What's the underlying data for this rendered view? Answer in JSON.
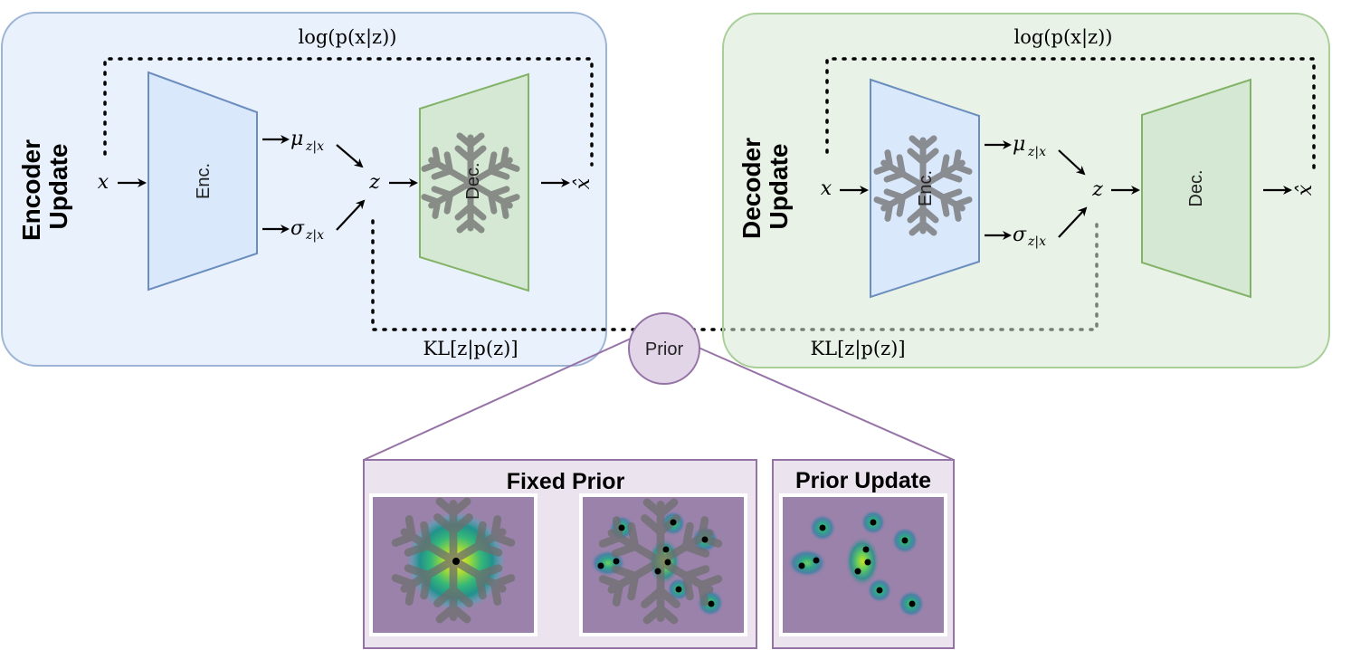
{
  "encoder_update": {
    "side_label_line1": "Encoder",
    "side_label_line2": "Update",
    "top_loss": "log(p(x|z))",
    "bottom_loss": "KL[z|p(z)]",
    "input": "x",
    "mu": "μ",
    "sigma": "σ",
    "sub": "z|x",
    "latent": "z",
    "output": "x̂",
    "enc_label": "Enc.",
    "dec_label": "Dec.",
    "frozen_module": "Dec."
  },
  "decoder_update": {
    "side_label_line1": "Decoder",
    "side_label_line2": "Update",
    "top_loss": "log(p(x|z))",
    "bottom_loss": "KL[z|p(z)]",
    "input": "x",
    "mu": "μ",
    "sigma": "σ",
    "sub": "z|x",
    "latent": "z",
    "output": "x̂",
    "enc_label": "Enc.",
    "dec_label": "Dec.",
    "frozen_module": "Enc."
  },
  "prior": {
    "label": "Prior",
    "fixed_title": "Fixed Prior",
    "update_title": "Prior Update"
  },
  "colors": {
    "encoder_panel_bg": "#dae8fc",
    "decoder_panel_bg": "#d5e8d4",
    "prior_bg": "#e1d5e7",
    "density_bg": "#9a82aa"
  },
  "icons": [
    "snowflake-icon"
  ]
}
